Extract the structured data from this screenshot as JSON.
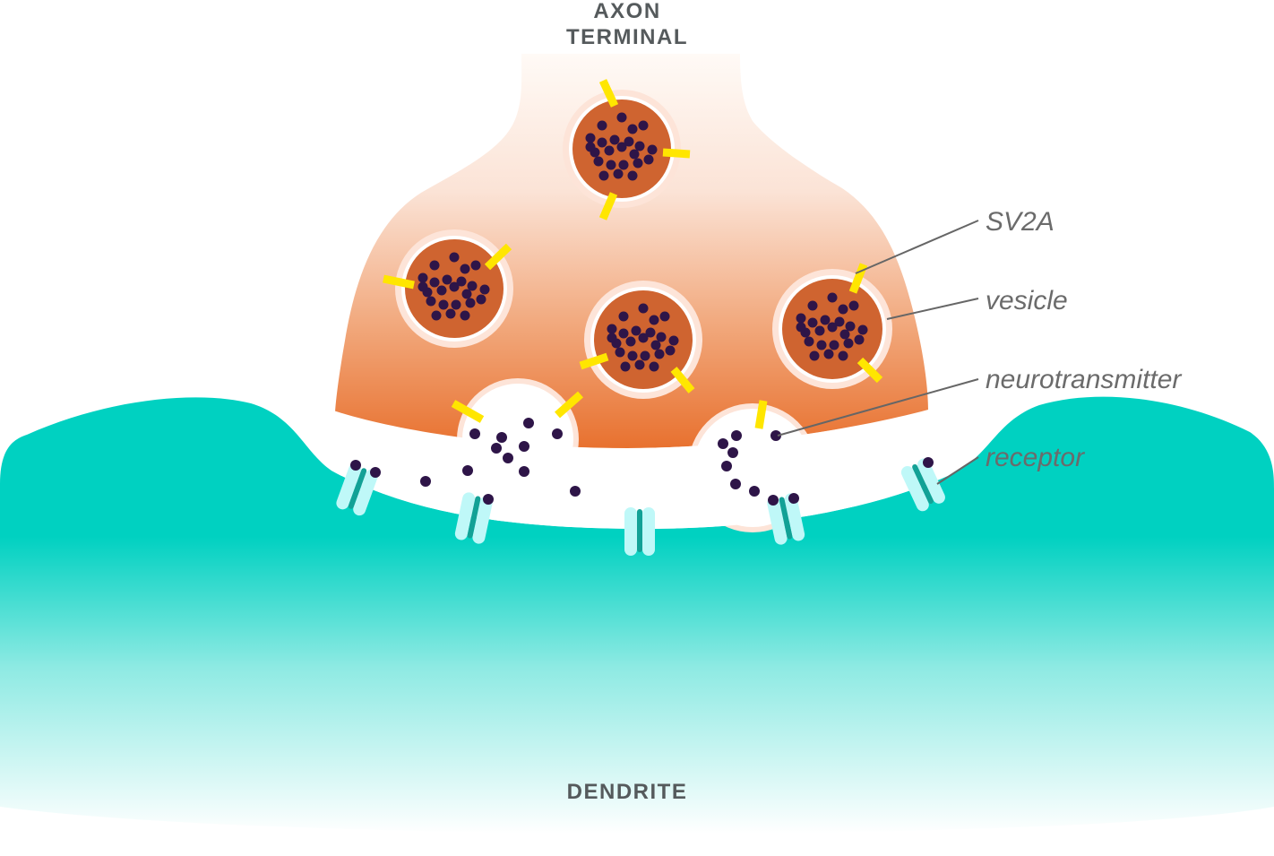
{
  "labels": {
    "axon_line1": "AXON",
    "axon_line2": "TERMINAL",
    "dendrite": "DENDRITE",
    "sv2a": "SV2A",
    "vesicle": "vesicle",
    "neurotransmitter": "neurotransmitter",
    "receptor": "receptor"
  },
  "colors": {
    "axon_top": "#fffaf6",
    "axon_bottom": "#e8712f",
    "dendrite_top": "#00d1c1",
    "dendrite_bottom": "#ffffff",
    "vesicle_fill": "#cf6430",
    "vesicle_halo": "#fde4d8",
    "neurotransmitter": "#2e1548",
    "sv2a": "#ffe600",
    "receptor_light": "#bff8f8",
    "receptor_dark": "#12a196",
    "label_text": "#555a5c",
    "callout_text": "#6b6b6b"
  }
}
